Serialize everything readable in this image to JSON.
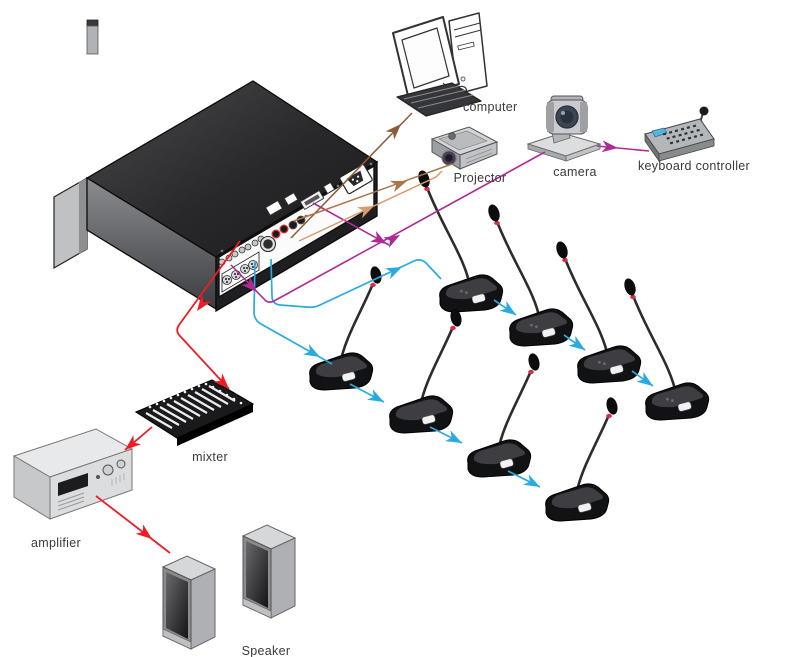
{
  "diagram": {
    "type": "conference-system-connection-diagram",
    "background": "#ffffff",
    "labels": {
      "computer": "computer",
      "projector": "Projector",
      "camera": "camera",
      "keyboard_controller": "keyboard controller",
      "mixer": "mixter",
      "amplifier": "amplifier",
      "speaker": "Speaker"
    },
    "colors": {
      "red": "#EE1C25",
      "cyan": "#29ABE2",
      "magenta": "#B02A95",
      "brown": "#8A5C35",
      "tan_dark": "#A8764A",
      "tan_light": "#D59B6C",
      "label_text": "#3a3a3a"
    },
    "devices": {
      "main_unit": "conference main unit",
      "microphones_top_row": 4,
      "microphones_bottom_row": 4,
      "speakers": 2
    },
    "connections": [
      {
        "from": "main-unit",
        "to": "computer",
        "color_key": "brown"
      },
      {
        "from": "main-unit",
        "to": "projector",
        "color_key": "tan_dark"
      },
      {
        "from": "main-unit",
        "to": "projector",
        "color_key": "tan_light"
      },
      {
        "from": "main-unit",
        "to": "camera",
        "color_key": "magenta"
      },
      {
        "from": "camera",
        "to": "keyboard-controller",
        "color_key": "magenta"
      },
      {
        "from": "main-unit",
        "to": "microphone-chain-top",
        "color_key": "cyan"
      },
      {
        "from": "main-unit",
        "to": "microphone-chain-bottom",
        "color_key": "cyan"
      },
      {
        "from": "main-unit",
        "to": "mixer",
        "color_key": "red"
      },
      {
        "from": "mixer",
        "to": "amplifier",
        "color_key": "red"
      },
      {
        "from": "amplifier",
        "to": "speaker",
        "color_key": "red"
      }
    ]
  }
}
